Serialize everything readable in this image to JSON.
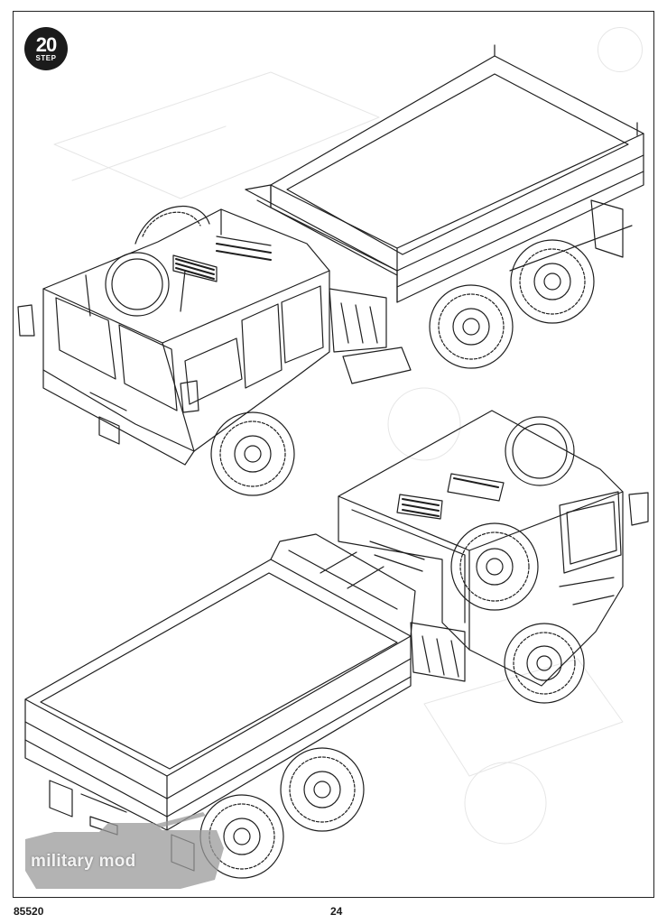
{
  "step": {
    "number": "20",
    "label": "STEP"
  },
  "footer": {
    "product_code": "85520",
    "page_number": "24"
  },
  "watermark": {
    "text": "military mod"
  },
  "colors": {
    "line": "#1f1f1f",
    "paper": "#ffffff",
    "badge": "#1b1b1b",
    "ghost": "#e8e8e8",
    "watermark": "#8f8f8f"
  }
}
